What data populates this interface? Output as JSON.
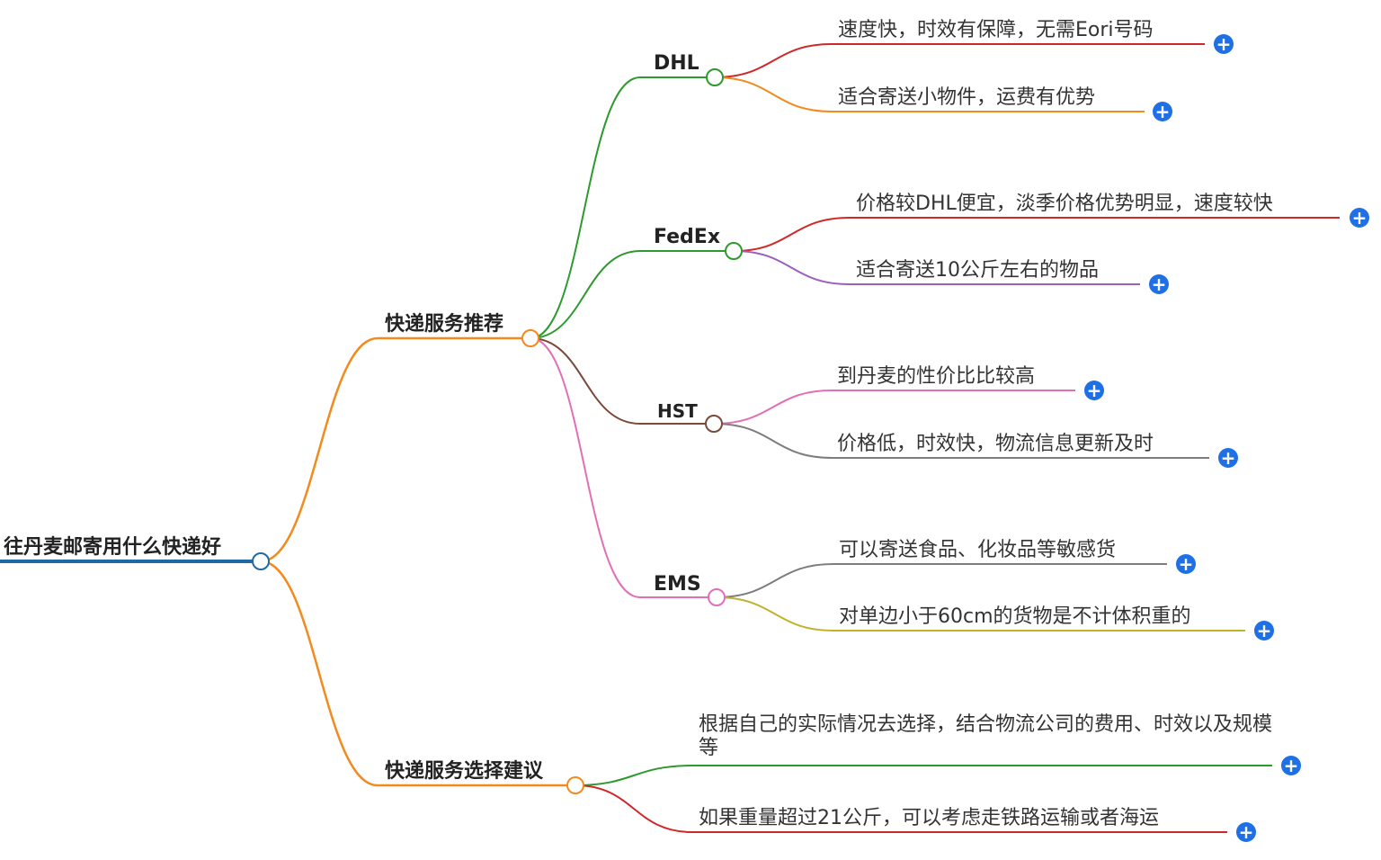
{
  "mindmap": {
    "root": "往丹麦邮寄用什么快递好",
    "branches": [
      {
        "label": "快递服务推荐",
        "children": [
          {
            "label": "DHL",
            "children": [
              "速度快，时效有保障，无需Eori号码",
              "适合寄送小物件，运费有优势"
            ]
          },
          {
            "label": "FedEx",
            "children": [
              "价格较DHL便宜，淡季价格优势明显，速度较快",
              "适合寄送10公斤左右的物品"
            ]
          },
          {
            "label": "HST",
            "children": [
              "到丹麦的性价比比较高",
              "价格低，时效快，物流信息更新及时"
            ]
          },
          {
            "label": "EMS",
            "children": [
              "可以寄送食品、化妆品等敏感货",
              "对单边小于60cm的货物是不计体积重的"
            ]
          }
        ]
      },
      {
        "label": "快递服务选择建议",
        "children": [
          "根据自己的实际情况去选择，结合物流公司的费用、时效以及规模等",
          "如果重量超过21公斤，可以考虑走铁路运输或者海运"
        ]
      }
    ],
    "expand_icon": "plus-circle-icon",
    "colors": {
      "root_line": "#1f6aa5",
      "branch_line": "#f28a1e",
      "dhl_line": "#2e9a2e",
      "fedex_line": "#2e9a2e",
      "hst_line": "#7a4a3a",
      "ems_line": "#e26fb5",
      "red": "#d0282a",
      "orange": "#f28a1e",
      "purple": "#9b5fc0",
      "pink": "#e26fb5",
      "gray": "#7d7d7d",
      "olive": "#c2b12c",
      "green": "#2e9a2e",
      "plus": "#1f6fe5"
    }
  }
}
